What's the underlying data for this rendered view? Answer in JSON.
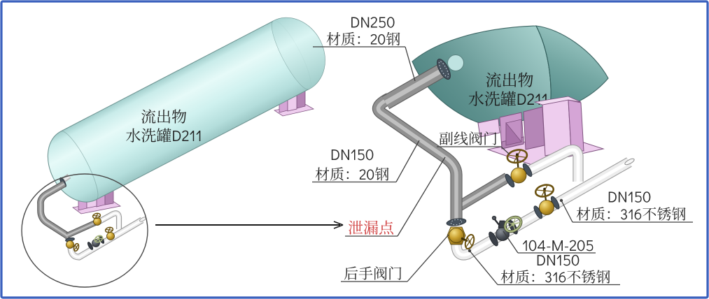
{
  "figure": {
    "type": "equipment-piping-diagram",
    "border_color": "#3a60bd",
    "background": "#ffffff"
  },
  "overview": {
    "tank_line1": "流出物",
    "tank_line2": "水洗罐D211"
  },
  "detail": {
    "tank_line1": "流出物",
    "tank_line2": "水洗罐D211",
    "labels": {
      "nozzle_size": "DN250",
      "nozzle_material": "材质：20钢",
      "riser_size": "DN150",
      "riser_material": "材质：20钢",
      "bypass_valve": "副线阀门",
      "leak_point": "泄漏点",
      "root_valve": "后手阀门",
      "branch_size": "DN150",
      "branch_material": "材质：316不锈钢",
      "valve_tag": "104-M-205",
      "outlet_size": "DN150",
      "outlet_material": "材质：316不锈钢"
    },
    "leak_point_color": "#cf3b3b"
  }
}
